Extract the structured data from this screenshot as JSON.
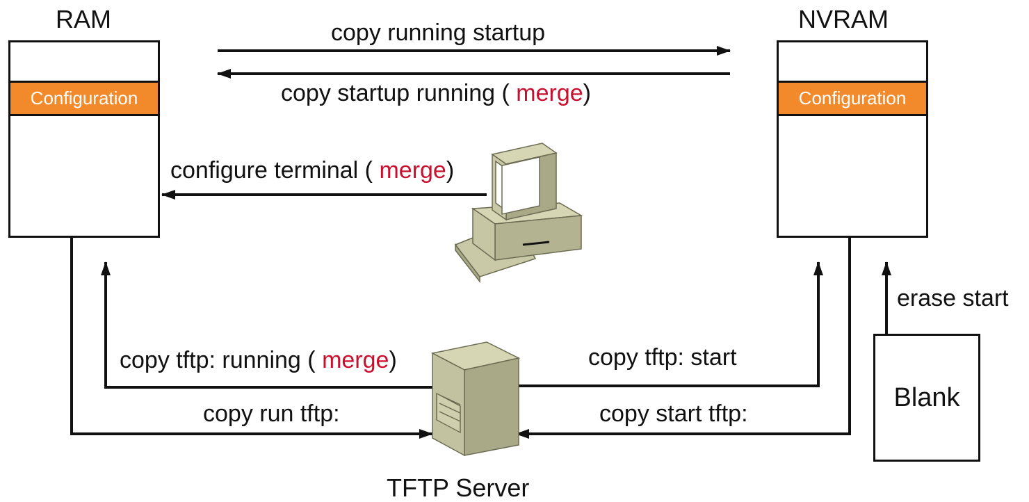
{
  "ram": {
    "title": "RAM",
    "config_label": "Configuration"
  },
  "nvram": {
    "title": "NVRAM",
    "config_label": "Configuration"
  },
  "blank": {
    "label": "Blank"
  },
  "tftp_server": {
    "label": "TFTP Server"
  },
  "arrows": {
    "copy_running_startup": "copy running startup",
    "copy_startup_running": "copy startup running (",
    "configure_terminal": "configure terminal (",
    "copy_tftp_running": "copy tftp: running (",
    "copy_tftp_start": "copy tftp: start",
    "copy_run_tftp": "copy run tftp:",
    "copy_start_tftp": "copy start tftp:",
    "erase_start": "erase start",
    "merge": "merge",
    "close_paren": ")"
  }
}
